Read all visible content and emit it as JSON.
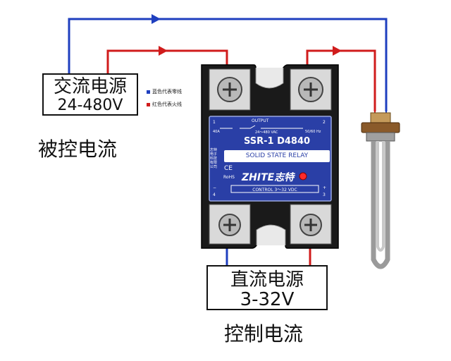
{
  "ac_source": {
    "title": "交流电源",
    "voltage": "24-480V",
    "caption": "被控电流"
  },
  "dc_source": {
    "title": "直流电源",
    "voltage": "3-32V",
    "caption": "控制电流"
  },
  "legend": [
    {
      "label": "蓝色代表零线",
      "color": "#1f3fbf"
    },
    {
      "label": "红色代表火线",
      "color": "#d01c1c"
    }
  ],
  "relay": {
    "model": "SSR-1 D4840",
    "type_label": "SOLID STATE RELAY",
    "output_label": "OUTPUT",
    "output_range": "24～480 VAC",
    "frequency": "50/60 Hz",
    "current": "40A",
    "control_label": "CONTROL 3～32 VDC",
    "brand": "ZHITE志特",
    "side_text": "志特电子科技有限公司",
    "ce_mark": "CE",
    "rohs_mark": "RoHS",
    "terminals": [
      "1",
      "2",
      "3",
      "4"
    ],
    "polarity": [
      "+",
      "−"
    ]
  },
  "colors": {
    "neutral_wire": "#1f3fbf",
    "live_wire": "#d01c1c",
    "relay_panel": "#2a3fa6",
    "housing": "#1a1a1a"
  }
}
